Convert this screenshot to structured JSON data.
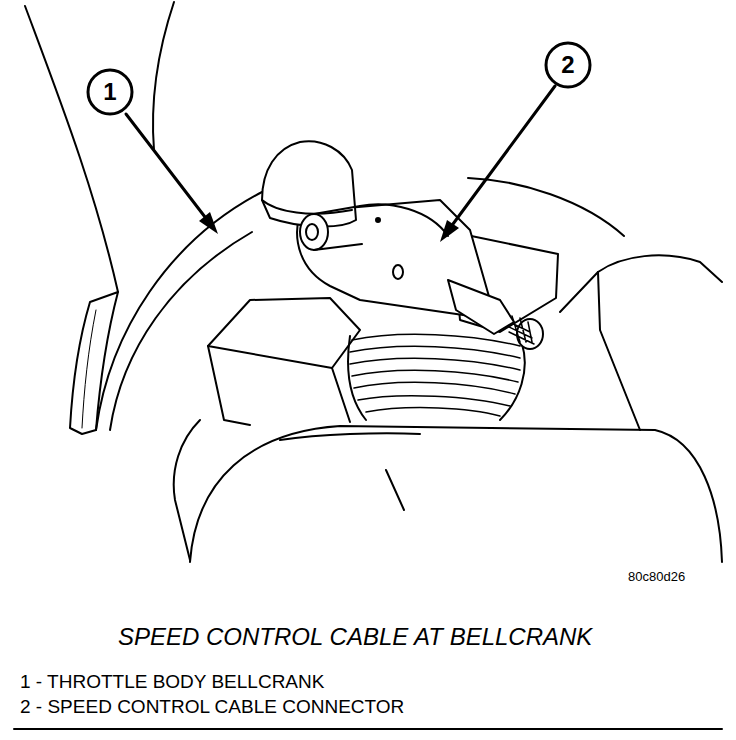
{
  "diagram": {
    "caption": "SPEED CONTROL CABLE AT BELLCRANK",
    "nodes": [
      {
        "text": [
          "1"
        ]
      },
      {
        "text": [
          "2"
        ]
      }
    ],
    "labels": [
      "80c80d26",
      "1 - THROTTLE BODY BELLCRANK",
      "2 - SPEED CONTROL CABLE CONNECTOR"
    ]
  }
}
